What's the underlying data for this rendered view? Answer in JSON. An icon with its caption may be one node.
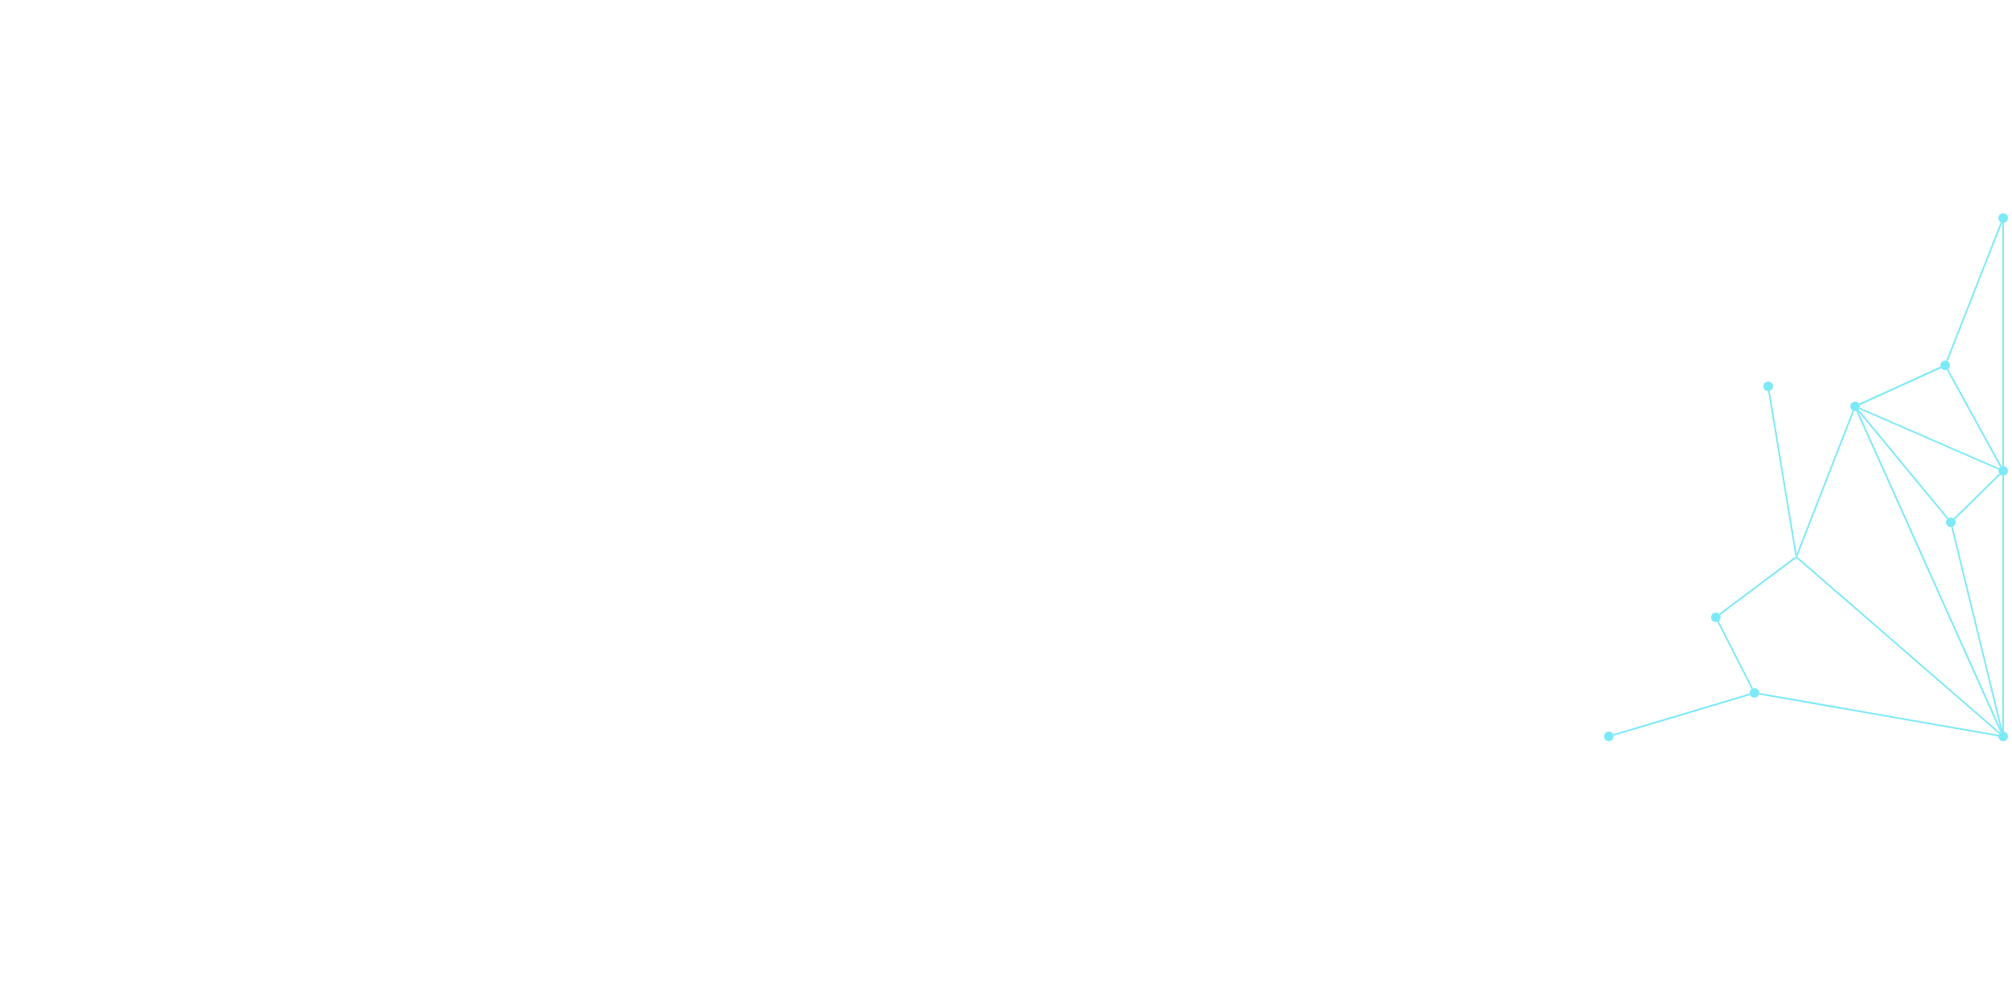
{
  "diagram": {
    "nodes": [
      {
        "text": [],
        "shape": "circle"
      },
      {
        "text": [],
        "shape": "circle"
      },
      {
        "text": [],
        "shape": "circle"
      },
      {
        "text": [],
        "shape": "circle"
      },
      {
        "text": [],
        "shape": "circle"
      },
      {
        "text": [],
        "shape": "circle"
      },
      {
        "text": [],
        "shape": "point"
      },
      {
        "text": [],
        "shape": "circle"
      },
      {
        "text": [],
        "shape": "circle"
      },
      {
        "text": [],
        "shape": "circle"
      },
      {
        "text": [],
        "shape": "circle"
      }
    ],
    "edges": [
      {
        "from": 0,
        "to": 1,
        "arrow": "none"
      },
      {
        "from": 0,
        "to": 4,
        "arrow": "none"
      },
      {
        "from": 1,
        "to": 3,
        "arrow": "none"
      },
      {
        "from": 1,
        "to": 4,
        "arrow": "none"
      },
      {
        "from": 3,
        "to": 4,
        "arrow": "none"
      },
      {
        "from": 3,
        "to": 5,
        "arrow": "none"
      },
      {
        "from": 3,
        "to": 10,
        "arrow": "none"
      },
      {
        "from": 3,
        "to": 6,
        "arrow": "none"
      },
      {
        "from": 4,
        "to": 5,
        "arrow": "none"
      },
      {
        "from": 4,
        "to": 10,
        "arrow": "none"
      },
      {
        "from": 5,
        "to": 10,
        "arrow": "none"
      },
      {
        "from": 2,
        "to": 6,
        "arrow": "none"
      },
      {
        "from": 6,
        "to": 7,
        "arrow": "none"
      },
      {
        "from": 6,
        "to": 10,
        "arrow": "none"
      },
      {
        "from": 7,
        "to": 8,
        "arrow": "none"
      },
      {
        "from": 8,
        "to": 9,
        "arrow": "none"
      },
      {
        "from": 8,
        "to": 10,
        "arrow": "none"
      }
    ]
  }
}
